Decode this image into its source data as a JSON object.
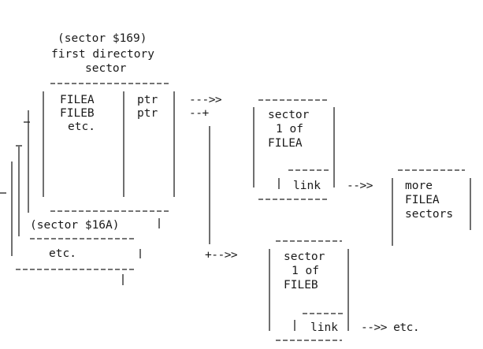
{
  "header": {
    "line1": "(sector $169)",
    "line2": "first directory",
    "line3": "sector"
  },
  "directory": {
    "row1_name": "FILEA",
    "row1_ptr": "ptr",
    "row2_name": "FILEB",
    "row2_ptr": "ptr",
    "row3_name": "etc.",
    "caption_2": "(sector $16A)",
    "caption_3": "etc."
  },
  "arrows": {
    "a1": "--->>",
    "a2": "--+",
    "a3": "+-->>",
    "a4": "-->>",
    "a5": "-->> etc."
  },
  "box_filea": {
    "line1": "sector",
    "line2": "1 of",
    "line3": "FILEA",
    "link": "link"
  },
  "box_fileb": {
    "line1": "sector",
    "line2": "1 of",
    "line3": "FILEB",
    "link": "link"
  },
  "box_more": {
    "line1": "more",
    "line2": "FILEA",
    "line3": "sectors"
  }
}
